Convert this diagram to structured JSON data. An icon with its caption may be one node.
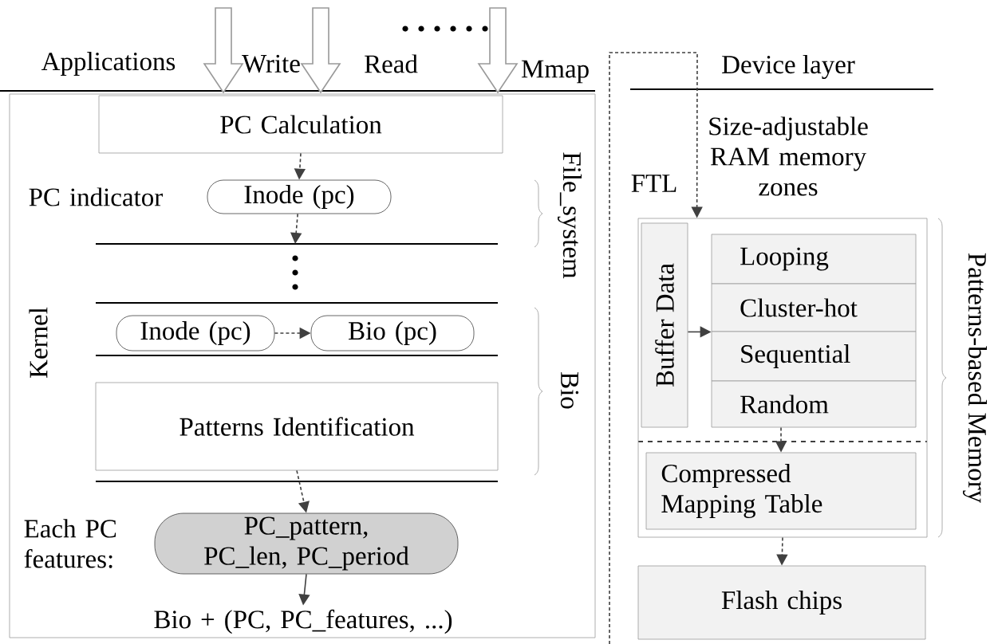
{
  "diagram": {
    "nodes": [
      {
        "text": [
          "Kernel"
        ]
      },
      {
        "text": [
          "PC Calculation"
        ],
        "in": 0
      },
      {
        "text": [
          "Inode (pc)"
        ],
        "in": 0,
        "beside": [
          "PC indicator"
        ]
      },
      {
        "text": [
          "Inode (pc)"
        ],
        "in": 0
      },
      {
        "text": [
          "Bio (pc)"
        ],
        "in": 0
      },
      {
        "text": [
          "Patterns Identification"
        ],
        "in": 0
      },
      {
        "text": [
          "PC_pattern, PC_len, PC_period"
        ],
        "in": 0,
        "beside": [
          "Each PC features:"
        ]
      },
      {
        "text": [
          "Bio + (PC, PC_features, ...)"
        ],
        "in": 0
      },
      {
        "text": [],
        "shape": "box"
      },
      {
        "text": [
          "Buffer Data"
        ],
        "in": 8
      },
      {
        "text": [
          "Looping"
        ],
        "in": 8
      },
      {
        "text": [
          "Cluster-hot"
        ],
        "in": 8
      },
      {
        "text": [
          "Sequential"
        ],
        "in": 8
      },
      {
        "text": [
          "Random"
        ],
        "in": 8
      },
      {
        "text": [
          "Compressed Mapping Table"
        ],
        "in": 8
      },
      {
        "text": [
          "Flash chips"
        ]
      }
    ],
    "edges": [
      {
        "from": null,
        "to": 0,
        "arrow": "to"
      },
      {
        "from": null,
        "to": 0,
        "arrow": "to"
      },
      {
        "from": null,
        "to": 0,
        "arrow": "to"
      },
      {
        "from": 1,
        "to": 2,
        "arrow": "to",
        "style": "dashed"
      },
      {
        "from": 2,
        "to": null,
        "arrow": "to",
        "style": "dashed"
      },
      {
        "from": 3,
        "to": 4,
        "arrow": "to",
        "style": "dashed"
      },
      {
        "from": 5,
        "to": 6,
        "arrow": "to",
        "style": "dashed"
      },
      {
        "from": 6,
        "to": 7,
        "arrow": "to"
      },
      {
        "from": null,
        "to": 8,
        "arrow": "to",
        "style": "dashed"
      },
      {
        "from": 9,
        "to": 11,
        "arrow": "to"
      },
      {
        "from": 13,
        "to": 14,
        "arrow": "to",
        "style": "dashed"
      },
      {
        "from": 8,
        "to": 15,
        "arrow": "to",
        "style": "dashed"
      }
    ],
    "labels": [
      "Applications",
      "Write",
      "Read",
      "Mmap",
      "File_system",
      "Bio",
      "Device layer",
      "Size-adjustable RAM memory zones",
      "FTL",
      "Patterns-based Memory"
    ]
  }
}
